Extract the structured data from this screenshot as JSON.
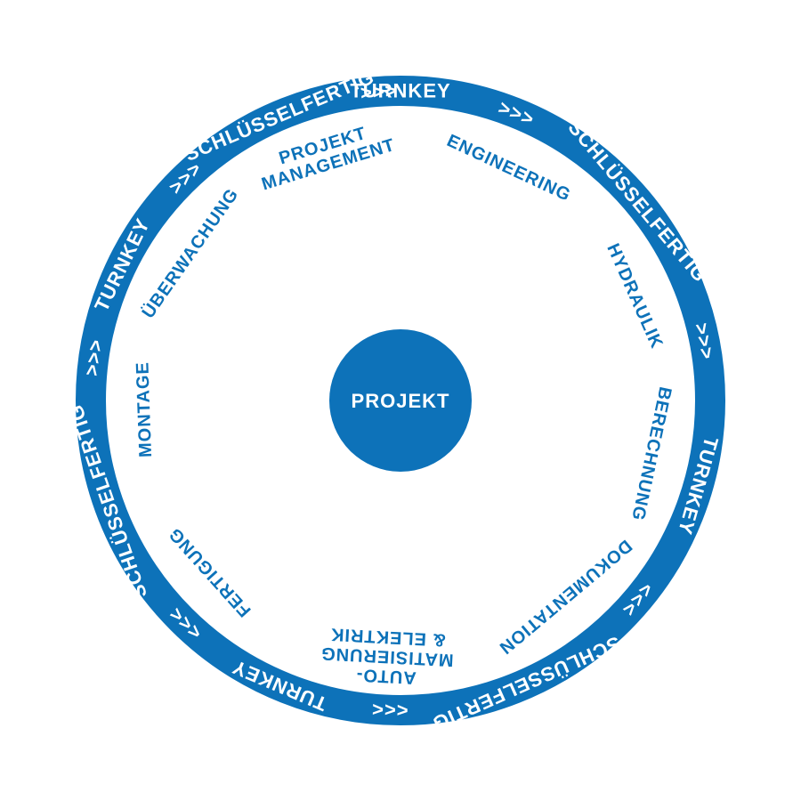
{
  "colors": {
    "brand_blue": "#0d72b9",
    "background": "#ffffff",
    "text_on_blue": "#ffffff"
  },
  "center": {
    "label": "PROJEKT"
  },
  "ring": {
    "items": [
      {
        "text": "TURNKEY",
        "angle": 0
      },
      {
        "text": ">>>",
        "angle": 22
      },
      {
        "text": "SCHLÜSSELFERTIG",
        "angle": 50
      },
      {
        "text": ">>>",
        "angle": 79
      },
      {
        "text": "TURNKEY",
        "angle": 106
      },
      {
        "text": "<<<",
        "angle": 130
      },
      {
        "text": "SCHLÜSSELFERTIG",
        "angle": 156
      },
      {
        "text": "<<<",
        "angle": 182
      },
      {
        "text": "TURNKEY",
        "angle": 203
      },
      {
        "text": "<<<",
        "angle": 224
      },
      {
        "text": "SCHLÜSSELFERTIG",
        "angle": 251
      },
      {
        "text": ">>>",
        "angle": 278
      },
      {
        "text": "TURNKEY",
        "angle": 296
      },
      {
        "text": ">>>",
        "angle": 316
      },
      {
        "text": "SCHLÜSSELFERTIG",
        "angle": 337
      },
      {
        "text": ">>>",
        "angle": 356
      }
    ]
  },
  "steps": [
    {
      "lines": [
        "ENGINEERING"
      ],
      "angle": 25
    },
    {
      "lines": [
        "HYDRAULIK"
      ],
      "angle": 66
    },
    {
      "lines": [
        "BERECHNUNG"
      ],
      "angle": 102
    },
    {
      "lines": [
        "DOKUMENTATION"
      ],
      "angle": 140
    },
    {
      "lines": [
        "AUTO-",
        "MATISIERUNG",
        "& ELEKTRIK"
      ],
      "angle": 183
    },
    {
      "lines": [
        "FERTIGUNG"
      ],
      "angle": 228
    },
    {
      "lines": [
        "MONTAGE"
      ],
      "angle": 268
    },
    {
      "lines": [
        "ÜBERWACHUNG"
      ],
      "angle": 305
    },
    {
      "lines": [
        "PROJEKT",
        "MANAGEMENT"
      ],
      "angle": 343
    }
  ]
}
